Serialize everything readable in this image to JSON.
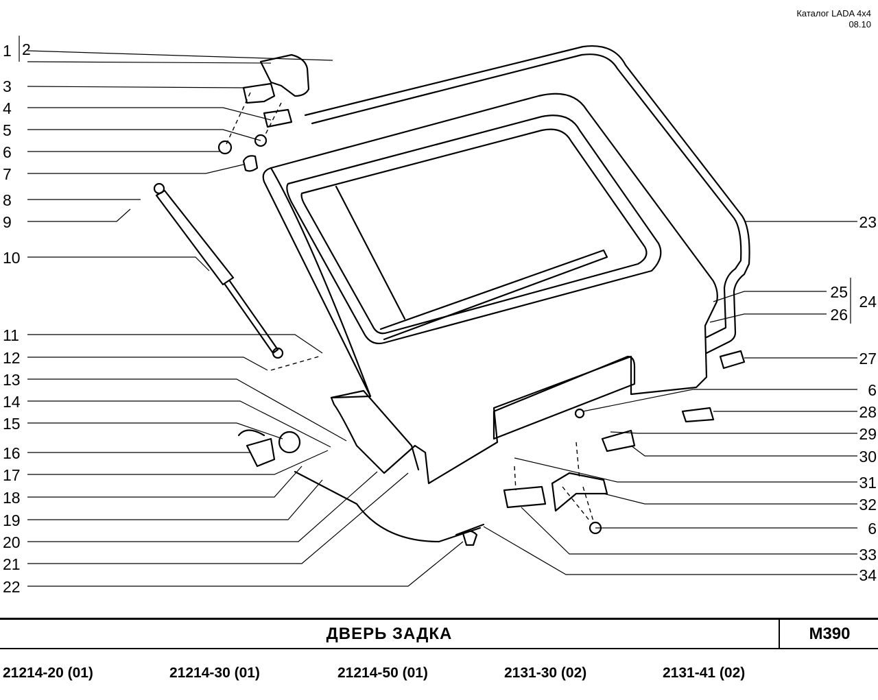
{
  "header": {
    "catalog": "Каталог  LADA  4x4",
    "date": "08.10"
  },
  "title": "ДВЕРЬ   ЗАДКА",
  "code": "М390",
  "models": [
    "21214-20 (01)",
    "21214-30 (01)",
    "21214-50 (01)",
    "2131-30 (02)",
    "2131-41 (02)"
  ],
  "callouts_left": [
    "1",
    "2",
    "3",
    "4",
    "5",
    "6",
    "7",
    "8",
    "9",
    "10",
    "11",
    "12",
    "13",
    "14",
    "15",
    "16",
    "17",
    "18",
    "19",
    "20",
    "21",
    "22"
  ],
  "callouts_right": [
    "23",
    "25",
    "24",
    "26",
    "27",
    "6",
    "28",
    "29",
    "30",
    "31",
    "32",
    "6",
    "33",
    "34"
  ]
}
